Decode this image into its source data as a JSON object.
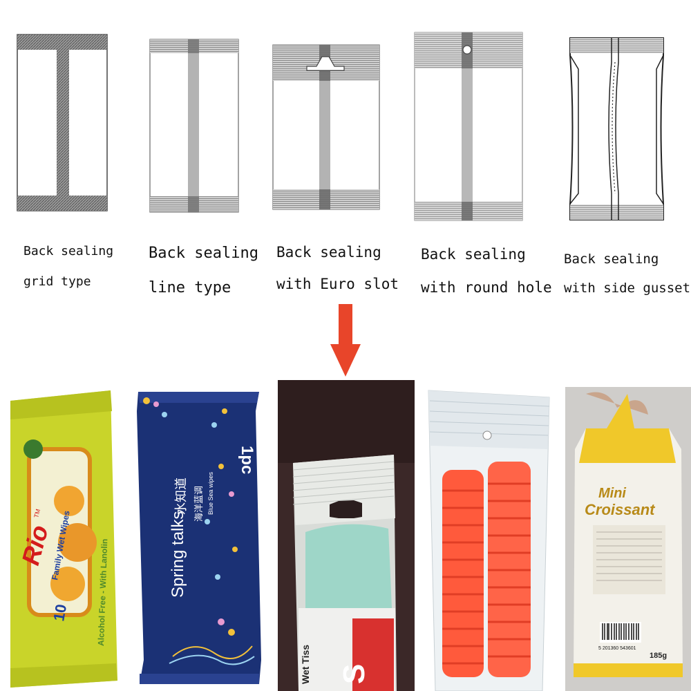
{
  "bag_types": [
    {
      "id": "grid",
      "caption_line1": "Back sealing",
      "caption_line2": "grid type"
    },
    {
      "id": "line",
      "caption_line1": "Back sealing",
      "caption_line2": "line type"
    },
    {
      "id": "euro",
      "caption_line1": "Back sealing",
      "caption_line2": "with Euro slot"
    },
    {
      "id": "round",
      "caption_line1": "Back sealing",
      "caption_line2": "with round hole"
    },
    {
      "id": "gusset",
      "caption_line1": "Back sealing",
      "caption_line2": "with side gusset"
    }
  ],
  "products": {
    "rio": {
      "brand": "Rio",
      "tm": "TM",
      "name": "Family Wet Wipes",
      "count": "10",
      "side": "Alcohol Free - With Lanolin"
    },
    "spring": {
      "brand": "Spring talks",
      "cn_brand": "水知道",
      "cn_type": "海洋蓝调",
      "en_type": "Blue Sea wipes",
      "count": "1pc"
    },
    "wet": {
      "label": "Wet Tiss",
      "big": "S"
    },
    "croissant": {
      "brand_line1": "Mini",
      "brand_line2": "Croissant",
      "barcode": "5 201360 543601",
      "weight": "185g"
    }
  },
  "colors": {
    "arrow": "#e8452a",
    "seal_gray": "#8a8a8a",
    "rio_green": "#c9d42a",
    "spring_blue": "#1b3175",
    "orange_parts": "#ff5a3c",
    "croissant_yellow": "#f0c82a"
  }
}
